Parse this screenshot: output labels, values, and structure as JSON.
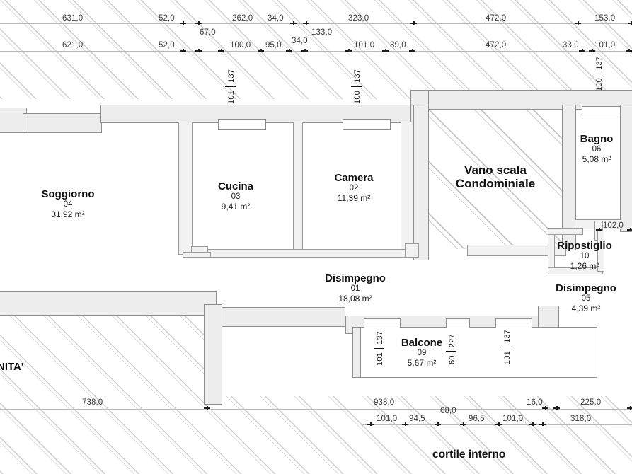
{
  "document": {
    "type": "architectural-floor-plan",
    "caption_bottom": "cortile interno",
    "side_label_left": "NITA'"
  },
  "rooms": [
    {
      "name": "Soggiorno",
      "number": "04",
      "area": "31,92 m²"
    },
    {
      "name": "Cucina",
      "number": "03",
      "area": "9,41 m²"
    },
    {
      "name": "Camera",
      "number": "02",
      "area": "11,39 m²"
    },
    {
      "name": "Disimpegno",
      "number": "01",
      "area": "18,08 m²"
    },
    {
      "name": "Bagno",
      "number": "06",
      "area": "5,08 m²"
    },
    {
      "name": "Ripostiglio",
      "number": "10",
      "area": "1,26 m²"
    },
    {
      "name": "Disimpegno",
      "number": "05",
      "area": "4,39 m²"
    },
    {
      "name": "Balcone",
      "number": "09",
      "area": "5,67 m²"
    }
  ],
  "stairwell": {
    "line1": "Vano scala",
    "line2": "Condominiale"
  },
  "dimensions": {
    "top_row1": [
      "631,0",
      "52,0",
      "262,0",
      "34,0",
      "323,0",
      "472,0",
      "153,0"
    ],
    "top_row1_below": [
      "67,0",
      "133,0"
    ],
    "top_row2": [
      "621,0",
      "52,0",
      "100,0",
      "95,0",
      "34,0",
      "101,0",
      "89,0",
      "472,0",
      "33,0",
      "101,0"
    ],
    "bottom_row1": [
      "738,0",
      "938,0",
      "16,0",
      "225,0"
    ],
    "bottom_row1_below": [
      "68,0"
    ],
    "bottom_row2": [
      "101,0",
      "94,5",
      "96,5",
      "101,0",
      "318,0"
    ],
    "right_side": [
      "102,0"
    ]
  },
  "openings": [
    {
      "id": "cucina-window",
      "width": "101",
      "height": "137"
    },
    {
      "id": "camera-window",
      "width": "100",
      "height": "137"
    },
    {
      "id": "bagno-window",
      "width": "100",
      "height": "137"
    },
    {
      "id": "balcone-door-left",
      "width": "101",
      "height": "137"
    },
    {
      "id": "balcone-door-mid",
      "width": "60",
      "height": "227"
    },
    {
      "id": "balcone-door-right",
      "width": "101",
      "height": "137"
    }
  ],
  "colors": {
    "wall_fill": "#ededed",
    "wall_stroke": "#8d8d8d",
    "dimension_line": "#b9b9b9",
    "text": "#111111",
    "background": "#ffffff"
  }
}
